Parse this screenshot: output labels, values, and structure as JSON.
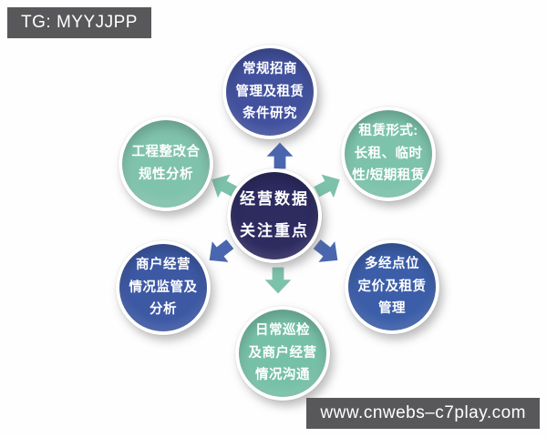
{
  "watermarks": {
    "telegram_badge": "TG: MYYJJPP",
    "website_badge": "www.cnwebs–c7play.com"
  },
  "colors": {
    "badge_bg": "#58585a",
    "hub_navy": "#2d2b60",
    "blue": "#3e5ba7",
    "teal": "#7cc2ab"
  },
  "diagram": {
    "center": {
      "lines": [
        "经营数据",
        "关注重点"
      ],
      "color": "#2d2b60"
    },
    "nodes": [
      {
        "id": "top",
        "lines": [
          "常规招商",
          "管理及租赁",
          "条件研究"
        ],
        "color": "#42519e"
      },
      {
        "id": "top-right",
        "lines": [
          "租赁形式:",
          "长租、临时",
          "性/短期租赁"
        ],
        "color": "#7dc3ac"
      },
      {
        "id": "bottom-right",
        "lines": [
          "多经点位",
          "定价及租赁",
          "管理"
        ],
        "color": "#3c5ea9"
      },
      {
        "id": "bottom",
        "lines": [
          "日常巡检",
          "及商户经营",
          "情况沟通"
        ],
        "color": "#77c0a8"
      },
      {
        "id": "bottom-left",
        "lines": [
          "商户经营",
          "情况监管及",
          "分析"
        ],
        "color": "#3d59a4"
      },
      {
        "id": "top-left",
        "lines": [
          "工程整改合",
          "规性分析"
        ],
        "color": "#80c3ad"
      }
    ],
    "arrows": [
      {
        "direction": "up",
        "color": "#4a66ae"
      },
      {
        "direction": "up-right",
        "color": "#7cc2ab"
      },
      {
        "direction": "down-right",
        "color": "#4a66ae"
      },
      {
        "direction": "down",
        "color": "#7cc2ab"
      },
      {
        "direction": "down-left",
        "color": "#4a66ae"
      },
      {
        "direction": "up-left",
        "color": "#7cc2ab"
      }
    ]
  }
}
